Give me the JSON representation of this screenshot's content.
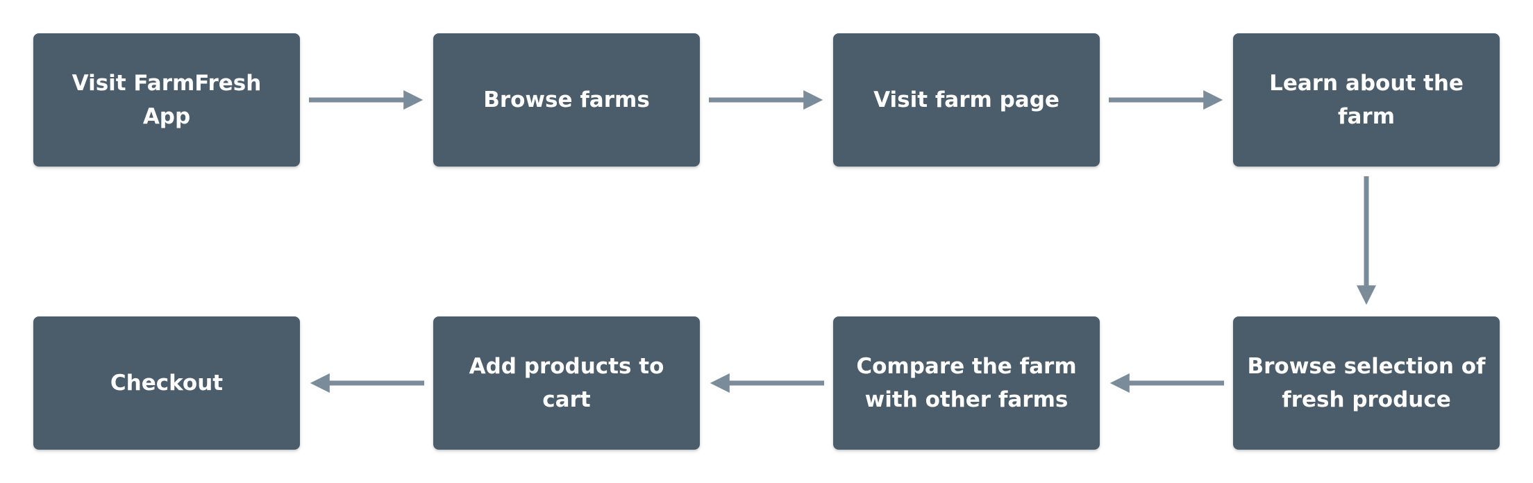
{
  "diagram": {
    "nodes": [
      {
        "id": "n1",
        "label": "Visit FarmFresh App"
      },
      {
        "id": "n2",
        "label": "Browse farms"
      },
      {
        "id": "n3",
        "label": "Visit farm page"
      },
      {
        "id": "n4",
        "label": "Learn about the farm"
      },
      {
        "id": "n5",
        "label": "Browse selection of\nfresh produce"
      },
      {
        "id": "n6",
        "label": "Compare the farm\nwith other farms"
      },
      {
        "id": "n7",
        "label": "Add products to cart"
      },
      {
        "id": "n8",
        "label": "Checkout"
      }
    ],
    "edges": [
      {
        "from": "n1",
        "to": "n2"
      },
      {
        "from": "n2",
        "to": "n3"
      },
      {
        "from": "n3",
        "to": "n4"
      },
      {
        "from": "n4",
        "to": "n5"
      },
      {
        "from": "n5",
        "to": "n6"
      },
      {
        "from": "n6",
        "to": "n7"
      },
      {
        "from": "n7",
        "to": "n8"
      }
    ],
    "colors": {
      "node_fill": "#4b5c6b",
      "node_text": "#ffffff",
      "edge": "#7a8b9a"
    }
  }
}
